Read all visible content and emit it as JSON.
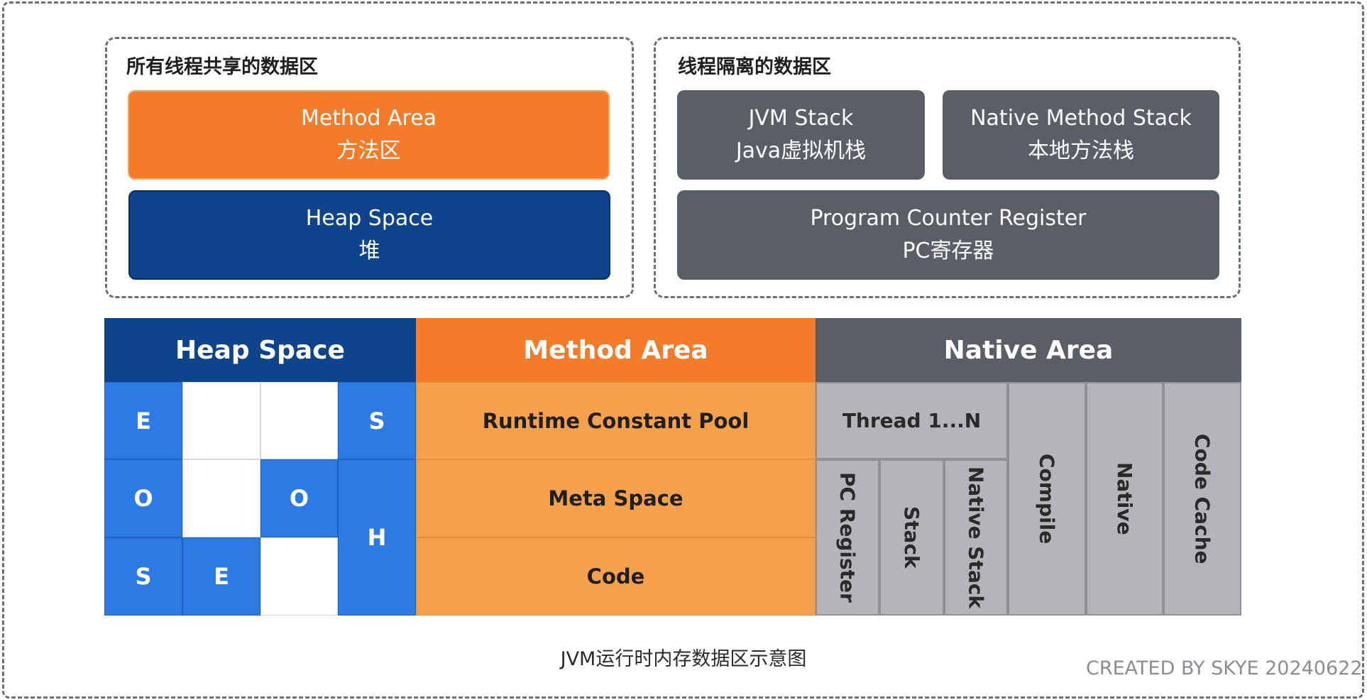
{
  "shared_group": {
    "title": "所有线程共享的数据区",
    "method_area": {
      "line1": "Method Area",
      "line2": "方法区"
    },
    "heap_space": {
      "line1": "Heap Space",
      "line2": "堆"
    }
  },
  "isolated_group": {
    "title": "线程隔离的数据区",
    "jvm_stack": {
      "line1": "JVM Stack",
      "line2": "Java虚拟机栈"
    },
    "native_method_stack": {
      "line1": "Native Method Stack",
      "line2": "本地方法栈"
    },
    "pc_register": {
      "line1": "Program Counter Register",
      "line2": "PC寄存器"
    }
  },
  "table": {
    "headers": {
      "heap": "Heap Space",
      "method": "Method Area",
      "native": "Native Area"
    },
    "heap_cells": {
      "r1c1": "E",
      "r1c4": "S",
      "r2c1": "O",
      "r2c3": "O",
      "r3c1": "S",
      "r3c2": "E",
      "h": "H"
    },
    "method_cells": {
      "runtime_pool": "Runtime Constant Pool",
      "meta_space": "Meta Space",
      "code": "Code"
    },
    "native_cells": {
      "thread": "Thread 1...N",
      "pc_register": "PC Register",
      "stack": "Stack",
      "native_stack": "Native Stack",
      "compile": "Compile",
      "native": "Native",
      "code_cache": "Code Cache"
    }
  },
  "caption": "JVM运行时内存数据区示意图",
  "credit": "CREATED BY SKYE 20240622",
  "colors": {
    "orange": "#f47b2a",
    "navy": "#0e448c",
    "dark_gray": "#5a5e67",
    "blue": "#2c7be5",
    "light_orange": "#f5a04b",
    "light_gray": "#b3b5ba"
  }
}
